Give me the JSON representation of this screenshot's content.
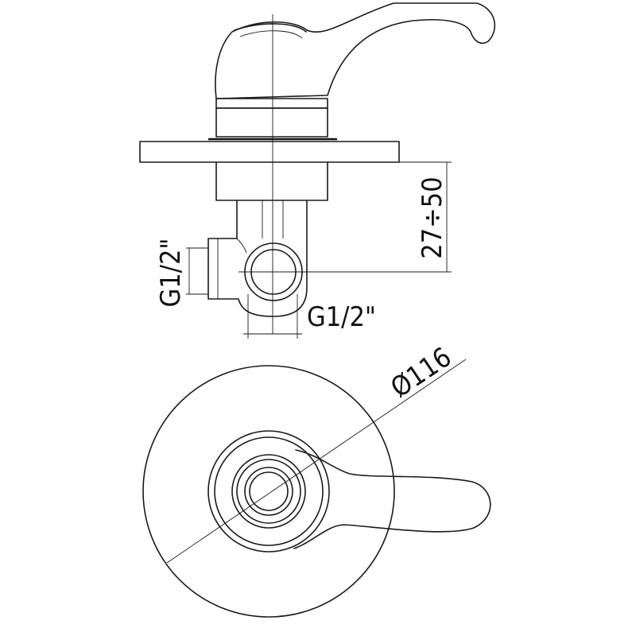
{
  "dimensions": {
    "mount_depth": "27÷50",
    "outlet_side": "G1/2\"",
    "outlet_bottom": "G1/2\"",
    "plate_diameter": "Ø116"
  },
  "colors": {
    "line": "#1a1a1a",
    "background": "#ffffff"
  }
}
